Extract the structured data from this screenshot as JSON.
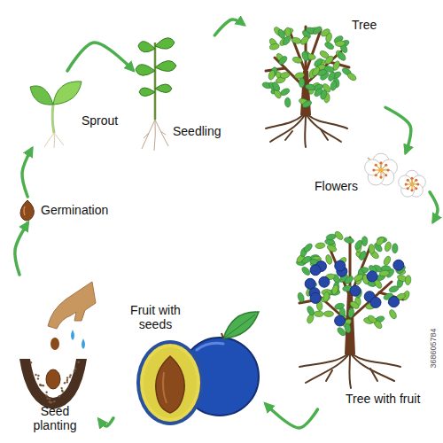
{
  "diagram": {
    "nodes": [
      {
        "text": [
          "Tree"
        ]
      },
      {
        "text": [
          "Flowers"
        ]
      },
      {
        "text": [
          "Tree with fruit"
        ]
      },
      {
        "text": [
          "Fruit with seeds"
        ]
      },
      {
        "text": [
          "Seed planting"
        ]
      },
      {
        "text": [
          "Germination"
        ]
      },
      {
        "text": [
          "Sprout"
        ]
      },
      {
        "text": [
          "Seedling"
        ]
      }
    ],
    "edges": [
      {
        "from": 7,
        "to": 0,
        "arrow": "to"
      },
      {
        "from": 0,
        "to": 1,
        "arrow": "to"
      },
      {
        "from": 1,
        "to": 2,
        "arrow": "to"
      },
      {
        "from": 2,
        "to": 3,
        "arrow": "to"
      },
      {
        "from": 3,
        "to": 4,
        "arrow": "to"
      },
      {
        "from": 4,
        "to": 5,
        "arrow": "to"
      },
      {
        "from": 5,
        "to": 6,
        "arrow": "to"
      },
      {
        "from": 6,
        "to": 7,
        "arrow": "to"
      }
    ],
    "labels": [
      "368605784"
    ]
  }
}
